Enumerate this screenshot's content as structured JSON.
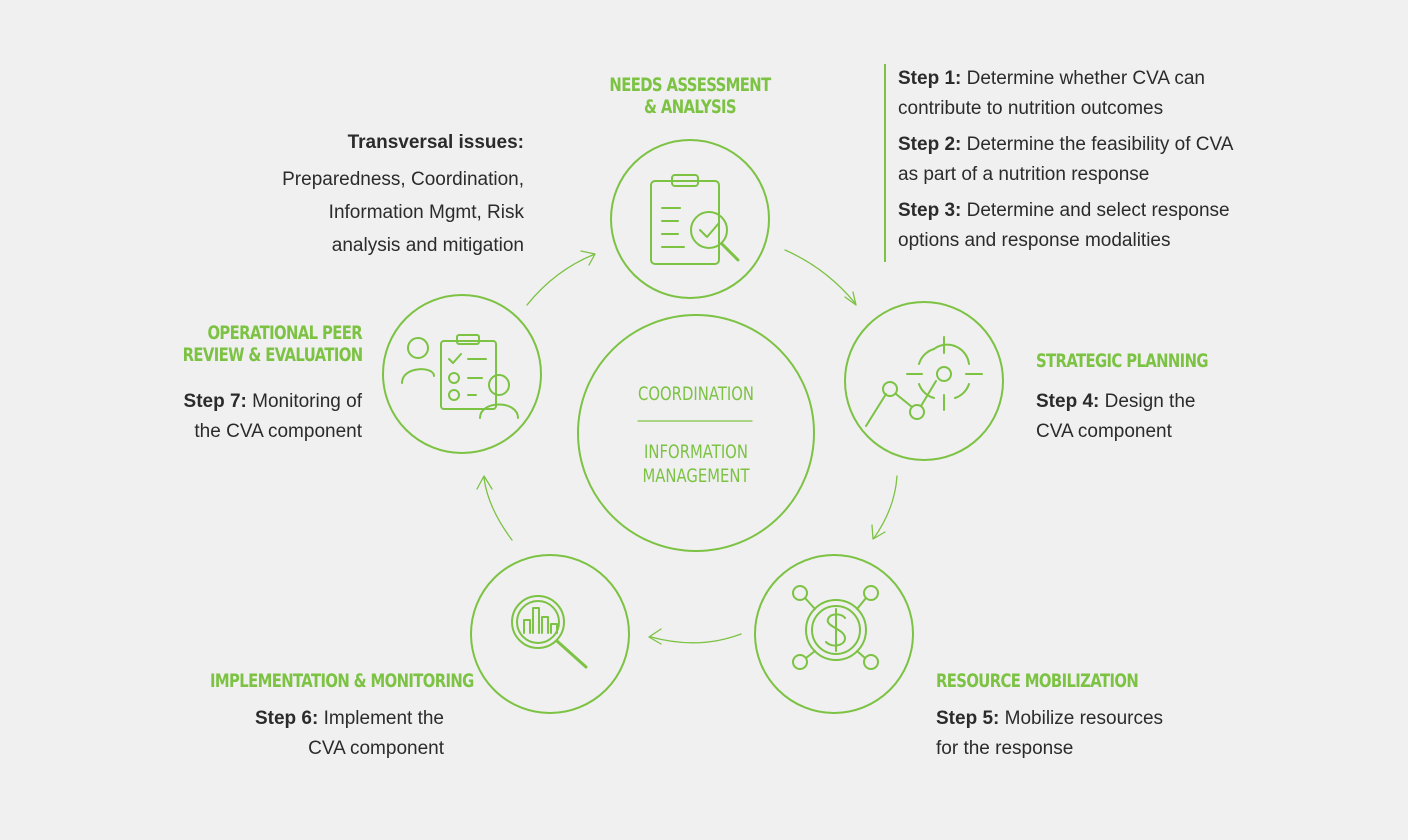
{
  "colors": {
    "accent": "#7cc243",
    "text": "#2b2b2b",
    "background": "#f0f0f0"
  },
  "center": {
    "top_label": "COORDINATION",
    "bottom_line1": "INFORMATION",
    "bottom_line2": "MANAGEMENT"
  },
  "transversal": {
    "heading": "Transversal issues:",
    "line1": "Preparedness, Coordination,",
    "line2": "Information Mgmt, Risk",
    "line3": "analysis and mitigation"
  },
  "needs": {
    "title_line1": "NEEDS ASSESSMENT",
    "title_line2": "& ANALYSIS",
    "icon": "clipboard-check-magnifier-icon",
    "step1_label": "Step 1:",
    "step1_line1": " Determine whether CVA can",
    "step1_line2": "contribute to nutrition outcomes",
    "step2_label": "Step 2:",
    "step2_line1": " Determine the feasibility of CVA",
    "step2_line2": "as part of a nutrition response",
    "step3_label": "Step 3:",
    "step3_line1": " Determine and select response",
    "step3_line2": "options and response modalities"
  },
  "strategic": {
    "title": "STRATEGIC PLANNING",
    "icon": "target-line-chart-icon",
    "step_label": "Step 4:",
    "step_line1": " Design the",
    "step_line2": "CVA component"
  },
  "resource": {
    "title": "RESOURCE MOBILIZATION",
    "icon": "dollar-network-icon",
    "step_label": "Step 5:",
    "step_line1": " Mobilize resources",
    "step_line2": "for the response"
  },
  "implementation": {
    "title": "IMPLEMENTATION & MONITORING",
    "icon": "bar-chart-magnifier-icon",
    "step_label": "Step 6:",
    "step_line1": " Implement the",
    "step_line2": "CVA component"
  },
  "review": {
    "title_line1": "OPERATIONAL PEER",
    "title_line2": "REVIEW & EVALUATION",
    "icon": "people-checklist-icon",
    "step_label": "Step 7:",
    "step_line1": " Monitoring of",
    "step_line2": "the CVA component"
  }
}
